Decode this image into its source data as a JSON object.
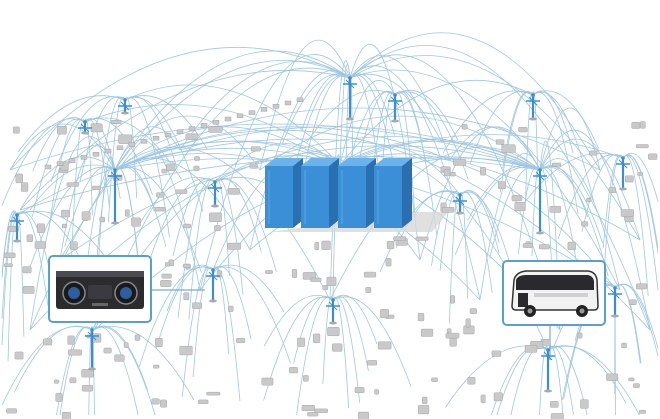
{
  "diagram": {
    "type": "network-illustration",
    "colors": {
      "background": "#ffffff",
      "link_line": "#8fbde0",
      "tower": "#3b8fd1",
      "server_front": "#3a8fd6",
      "server_side": "#2a6fb0",
      "server_top": "#6bb3ea",
      "callout_border": "#5a9fd4",
      "ground_device": "#c9c9c9"
    },
    "central_node": {
      "icon": "server-rack-icon",
      "rack_count": 4
    },
    "tower_count": 16,
    "callouts": [
      {
        "id": "camera",
        "icon": "camera-device-icon"
      },
      {
        "id": "bus",
        "icon": "bus-icon"
      }
    ]
  }
}
